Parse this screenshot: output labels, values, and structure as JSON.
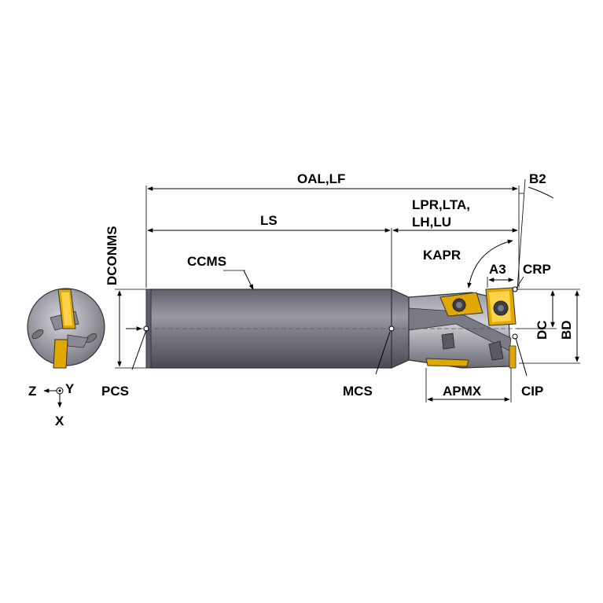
{
  "labels": {
    "oal_lf": "OAL,LF",
    "ls": "LS",
    "lpr_lta": "LPR,LTA,",
    "lh_lu": "LH,LU",
    "b2": "B2",
    "kapr": "KAPR",
    "a3": "A3",
    "crp": "CRP",
    "ccms": "CCMS",
    "dconms": "DCONMS",
    "dc": "DC",
    "bd": "BD",
    "pcs": "PCS",
    "mcs": "MCS",
    "apmx": "APMX",
    "cip": "CIP",
    "axis_z": "Z",
    "axis_y": "Y",
    "axis_x": "X"
  },
  "colors": {
    "body_dark": "#55555f",
    "body_mid": "#8e8e98",
    "body_light": "#c9c9cf",
    "insert_gold": "#e0a800",
    "insert_light": "#ffd24a"
  }
}
